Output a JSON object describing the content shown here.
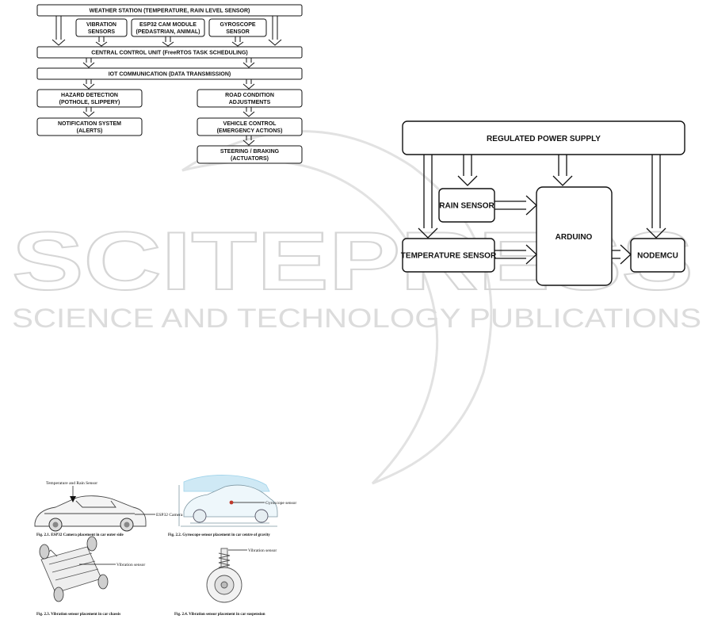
{
  "flowchart": {
    "weather": "WEATHER STATION (TEMPERATURE, RAIN LEVEL SENSOR)",
    "vibration": [
      "VIBRATION",
      "SENSORS"
    ],
    "esp32": [
      "ESP32 CAM MODULE",
      "(PEDASTRIAN, ANIMAL)"
    ],
    "gyro": [
      "GYROSCOPE",
      "SENSOR"
    ],
    "ccu": "CENTRAL CONTROL UNIT (FreeRTOS TASK SCHEDULING)",
    "iot": "IOT COMMUNICATION (DATA TRANSMISSION)",
    "hazard": [
      "HAZARD DETECTION",
      "(POTHOLE, SLIPPERY)"
    ],
    "road": [
      "ROAD CONDITION",
      "ADJUSTMENTS"
    ],
    "notification": [
      "NOTIFICATION SYSTEM",
      "(ALERTS)"
    ],
    "vehicle": [
      "VEHICLE  CONTROL",
      "(EMERGENCY ACTIONS)"
    ],
    "steering": [
      "STEERING / BRAKING",
      "(ACTUATORS)"
    ]
  },
  "block_diagram": {
    "power": "REGULATED POWER SUPPLY",
    "rain": "RAIN SENSOR",
    "temperature": "TEMPERATURE SENSOR",
    "arduino": "ARDUINO",
    "nodemcu": "NODEMCU"
  },
  "watermark": {
    "main": "SCITEPRESS",
    "sub": "SCIENCE AND TECHNOLOGY PUBLICATIONS"
  },
  "figures": [
    {
      "caption": "Fig. 2.1. ESP32 Camera placement in car outer side",
      "labels": [
        "Temperature and   Rain Sensor",
        "ESP32 Camera"
      ]
    },
    {
      "caption": "Fig. 2.2. Gyroscope sensor placement in car centre of gravity",
      "labels": [
        "Gyroscope sensor"
      ]
    },
    {
      "caption": "Fig. 2.3. Vibration sensor placement in car chassis",
      "labels": [
        "Vibration sensor"
      ]
    },
    {
      "caption": "Fig. 2.4. Vibration sensor placement in car suspension",
      "labels": [
        "Vibration sensor"
      ]
    }
  ],
  "colors": {
    "line": "#111111",
    "watermark": "#d6d6d6",
    "car_sky": "#9fd3ea"
  }
}
